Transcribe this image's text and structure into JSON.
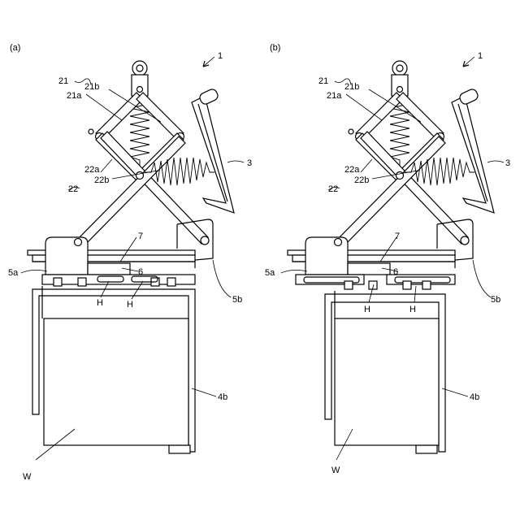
{
  "panels": [
    {
      "panel_label": "(a)",
      "labels": {
        "device": "1",
        "n21": "21",
        "n21a": "21a",
        "n21b": "21b",
        "n22a": "22a",
        "n22b": "22b",
        "n22": "22",
        "n3": "3",
        "n7": "7",
        "n5a": "5a",
        "n6": "6",
        "n5b": "5b",
        "h_left": "H",
        "h_right": "H",
        "n4b": "4b",
        "w": "W"
      }
    },
    {
      "panel_label": "(b)",
      "labels": {
        "device": "1",
        "n21": "21",
        "n21a": "21a",
        "n21b": "21b",
        "n22a": "22a",
        "n22b": "22b",
        "n22": "22",
        "n3": "3",
        "n7": "7",
        "n5a": "5a",
        "n6": "6",
        "n5b": "5b",
        "h_left": "H",
        "h_right": "H",
        "n4b": "4b",
        "w": "W"
      }
    }
  ]
}
